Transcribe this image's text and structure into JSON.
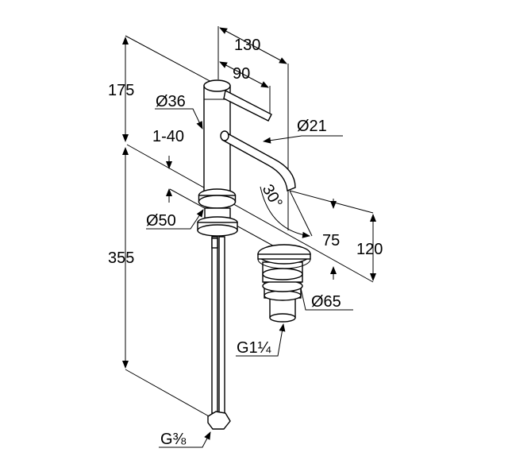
{
  "drawing": {
    "title": "Single-lever basin mixer dimension drawing",
    "dimensions": {
      "height_top": "175",
      "height_total": "355",
      "reach": "130",
      "lever_reach": "90",
      "spout_height": "120",
      "body_diameter": "Ø36",
      "spout_diameter": "Ø21",
      "deck_thickness": "1-40",
      "base_diameter": "Ø50",
      "spout_angle": "30°",
      "spout_clearance": "75",
      "drain_diameter": "Ø65",
      "drain_thread": "G1¼",
      "supply_thread": "G⅜"
    }
  }
}
